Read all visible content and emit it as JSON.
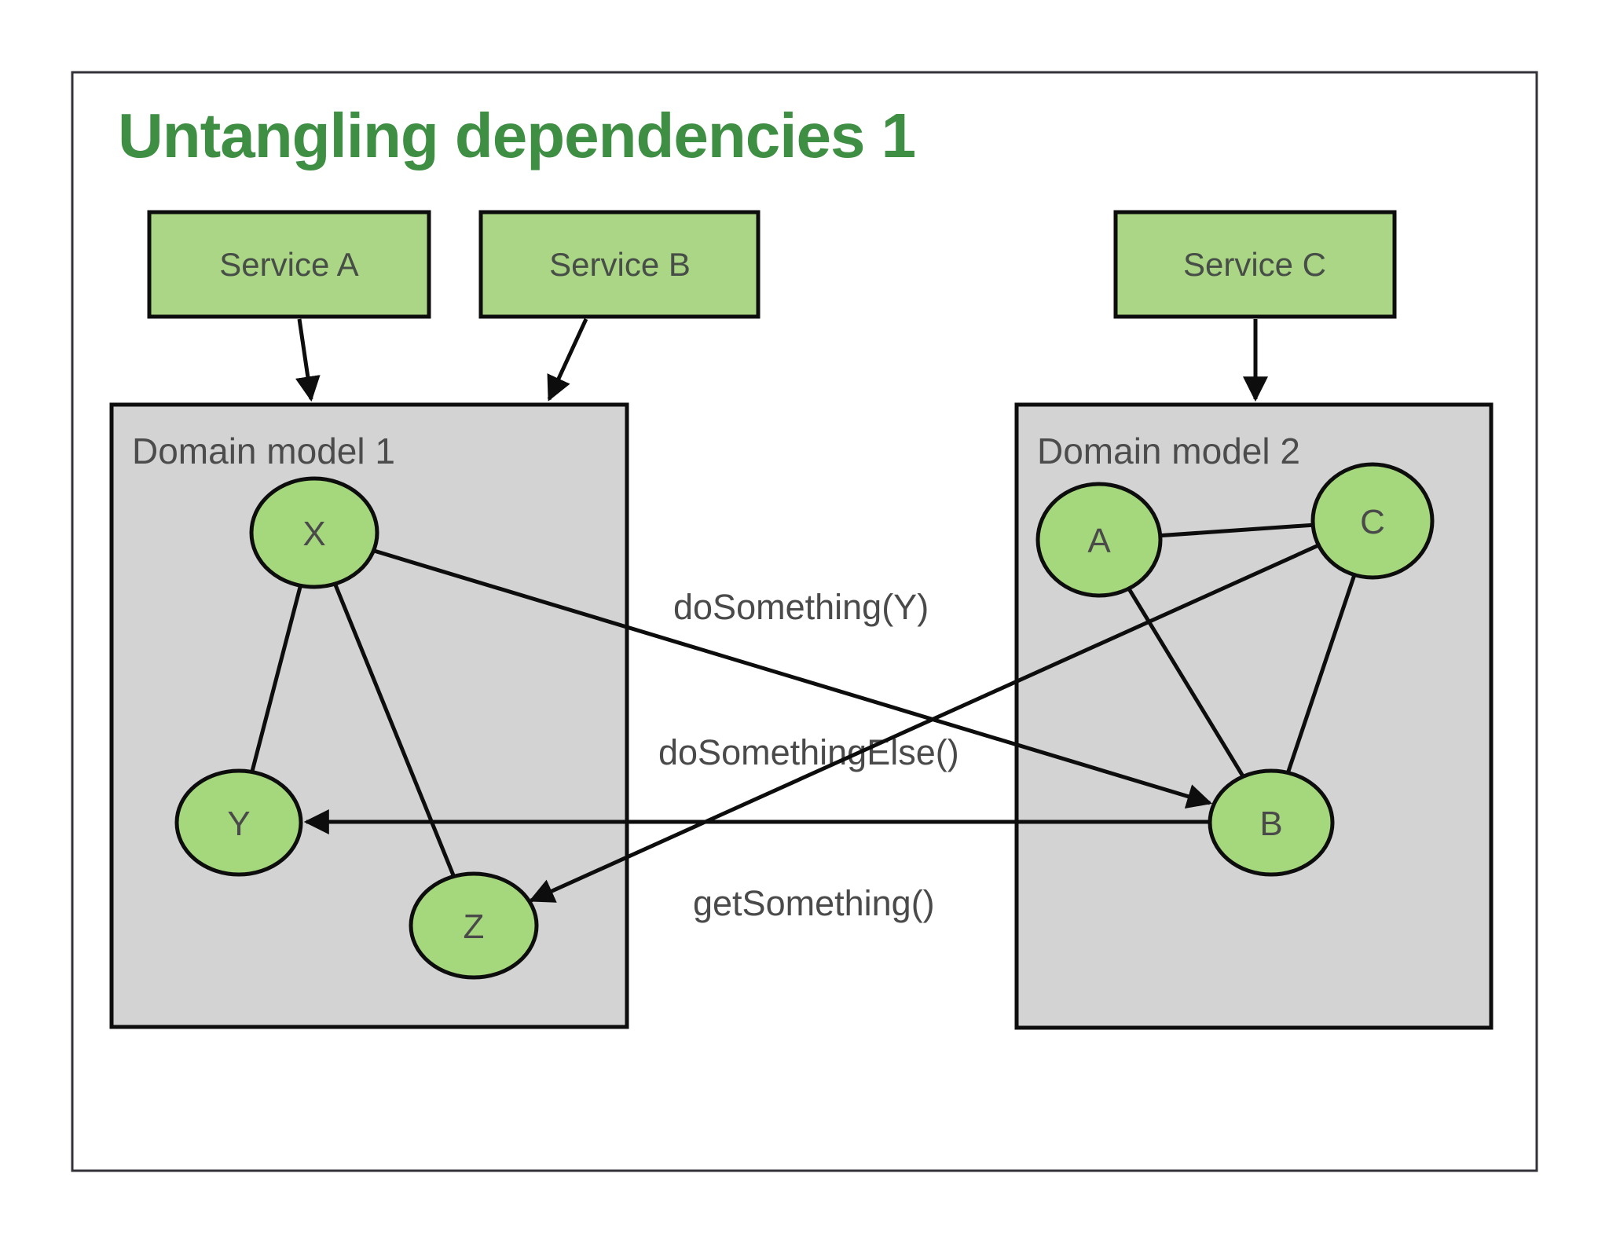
{
  "slide": {
    "title": "Untangling dependencies 1"
  },
  "services": [
    {
      "label": "Service A",
      "connects_to": "Domain model 1"
    },
    {
      "label": "Service B",
      "connects_to": "Domain model 1"
    },
    {
      "label": "Service C",
      "connects_to": "Domain model 2"
    }
  ],
  "domains": [
    {
      "label": "Domain model 1",
      "nodes": [
        "X",
        "Y",
        "Z"
      ]
    },
    {
      "label": "Domain model 2",
      "nodes": [
        "A",
        "C",
        "B"
      ]
    }
  ],
  "nodes": [
    {
      "label": "X"
    },
    {
      "label": "Y"
    },
    {
      "label": "Z"
    },
    {
      "label": "A"
    },
    {
      "label": "C"
    },
    {
      "label": "B"
    }
  ],
  "edges": [
    [
      "X",
      "Y"
    ],
    [
      "X",
      "Z"
    ],
    [
      "A",
      "C"
    ],
    [
      "A",
      "B"
    ],
    [
      "C",
      "B"
    ]
  ],
  "calls": [
    {
      "label": "doSomething(Y)",
      "from": "X",
      "to": "B"
    },
    {
      "label": "doSomethingElse()",
      "from": "C",
      "to": "Z"
    },
    {
      "label": "getSomething()",
      "from": "B",
      "to": "Y"
    }
  ],
  "colors": {
    "title_green": "#3e8e43",
    "service_fill": "#abd685",
    "node_fill": "#a5d77c",
    "domain_fill": "#d3d3d4",
    "line_black": "#0d0d0d",
    "text_gray": "#4a4a4a",
    "background": "#ffffff"
  }
}
